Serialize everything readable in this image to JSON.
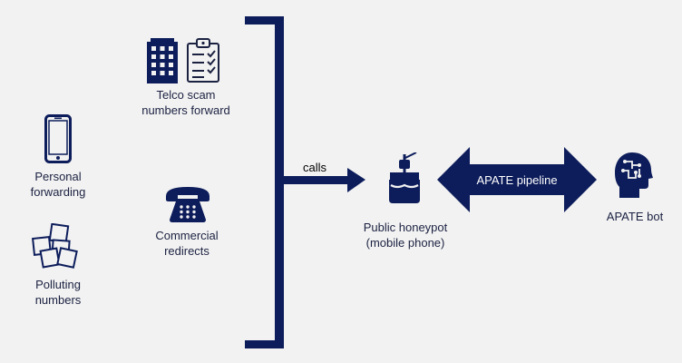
{
  "colors": {
    "navy": "#0d1d5b",
    "background": "#f2f2f2",
    "text": "#1b2141"
  },
  "sources": {
    "telco": {
      "line1": "Telco scam",
      "line2": "numbers forward"
    },
    "personal": {
      "line1": "Personal",
      "line2": "forwarding"
    },
    "commercial": {
      "line1": "Commercial",
      "line2": "redirects"
    },
    "polluting": {
      "line1": "Polluting",
      "line2": "numbers"
    }
  },
  "flow": {
    "calls_label": "calls"
  },
  "honeypot": {
    "line1": "Public honeypot",
    "line2": "(mobile phone)"
  },
  "pipeline": {
    "label": "APATE pipeline"
  },
  "bot": {
    "label": "APATE bot"
  }
}
